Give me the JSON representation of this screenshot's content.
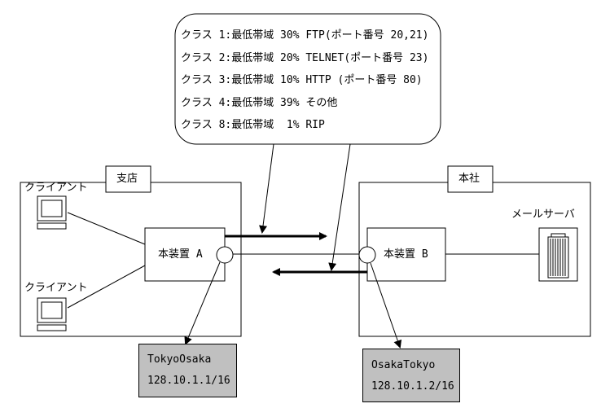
{
  "qos_classes": [
    "クラス 1:最低帯域 30% FTP(ポート番号 20,21)",
    "クラス 2:最低帯域 20% TELNET(ポート番号 23)",
    "クラス 3:最低帯域 10% HTTP (ポート番号 80)",
    "クラス 4:最低帯域 39% その他",
    "クラス 8:最低帯域  1% RIP"
  ],
  "branch": {
    "label": "支店",
    "client_top": "クライアント",
    "client_bottom": "クライアント",
    "device": "本装置 A"
  },
  "headquarters": {
    "label": "本社",
    "mail_server": "メールサーバ",
    "device": "本装置 B"
  },
  "interface_a": {
    "name": "TokyoOsaka",
    "address": "128.10.1.1/16"
  },
  "interface_b": {
    "name": "OsakaTokyo",
    "address": "128.10.1.2/16"
  }
}
